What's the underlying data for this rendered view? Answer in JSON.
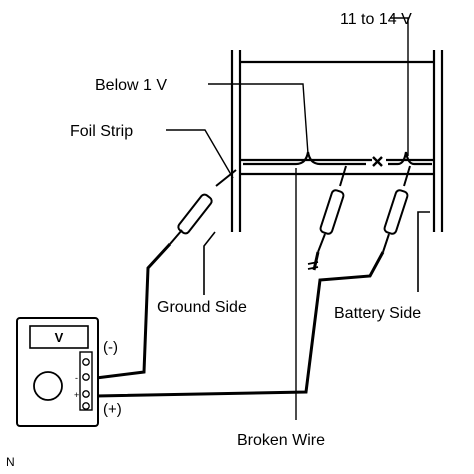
{
  "labels": {
    "voltage_high": "11 to 14 V",
    "voltage_low": "Below 1 V",
    "foil_strip": "Foil Strip",
    "ground_side": "Ground Side",
    "battery_side": "Battery Side",
    "broken_wire": "Broken Wire",
    "probe_negative": "(-)",
    "probe_positive": "(+)",
    "meter_display": "V",
    "corner_mark": "N",
    "terminal_minus": "-",
    "terminal_plus": "+"
  },
  "colors": {
    "line": "#000000",
    "background": "#ffffff",
    "meter_face": "#ffffff"
  }
}
